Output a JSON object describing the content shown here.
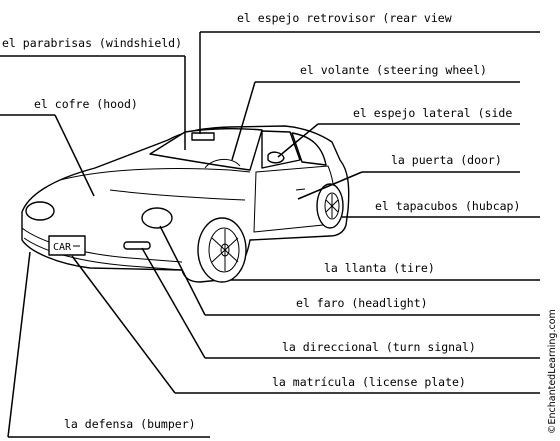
{
  "diagram": {
    "labels": {
      "rearview": "el espejo retrovisor (rear view",
      "windshield": "el parabrisas (windshield)",
      "steering": "el volante (steering wheel)",
      "hood": "el cofre (hood)",
      "sidemirror": "el espejo lateral (side",
      "door": "la puerta (door)",
      "hubcap": "el tapacubos (hubcap)",
      "tire": "la llanta (tire)",
      "headlight": "el faro (headlight)",
      "turnsignal": "la direccional (turn signal)",
      "plate": "la matrícula (license plate)",
      "bumper": "la defensa (bumper)"
    },
    "plate_text": "CAR",
    "watermark": "©EnchantedLearning.com"
  }
}
